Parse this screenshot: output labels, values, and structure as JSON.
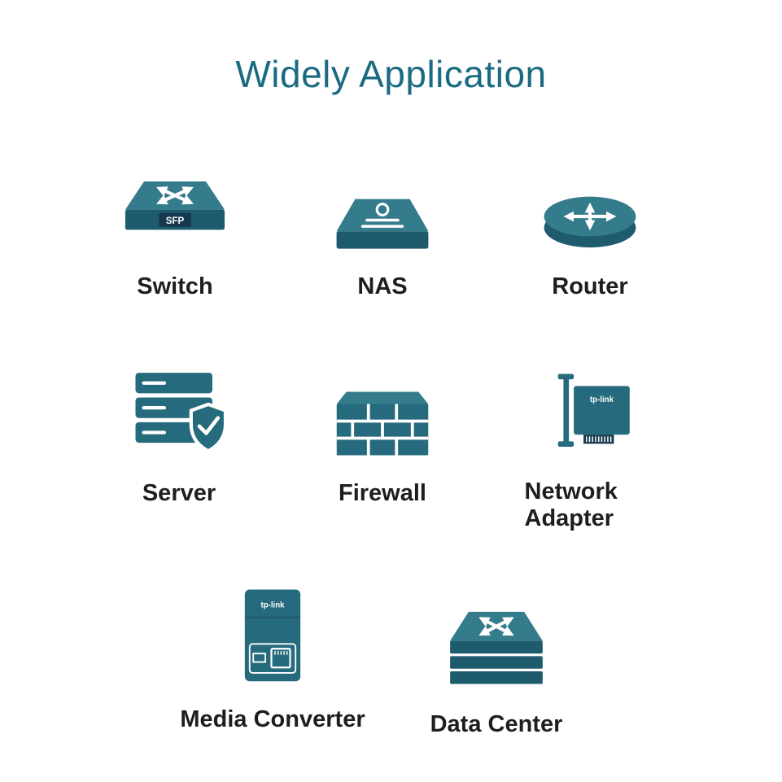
{
  "title": "Widely Application",
  "theme": {
    "title-color": "#1a6b82",
    "label-color": "#1e1e20",
    "teal-light": "#347b8c",
    "teal-mid": "#266b7d",
    "teal-dark": "#1e5b6d",
    "navy": "#17394f",
    "white": "#ffffff"
  },
  "items": [
    {
      "label": "Switch",
      "icon": "switch-icon",
      "badge": "SFP"
    },
    {
      "label": "NAS",
      "icon": "nas-icon"
    },
    {
      "label": "Router",
      "icon": "router-icon"
    },
    {
      "label": "Server",
      "icon": "server-icon"
    },
    {
      "label": "Firewall",
      "icon": "firewall-icon"
    },
    {
      "label": "Network Adapter",
      "icon": "network-adapter-icon",
      "brand": "tp-link"
    },
    {
      "label": "Media Converter",
      "icon": "media-converter-icon",
      "brand": "tp-link"
    },
    {
      "label": "Data Center",
      "icon": "data-center-icon"
    }
  ]
}
